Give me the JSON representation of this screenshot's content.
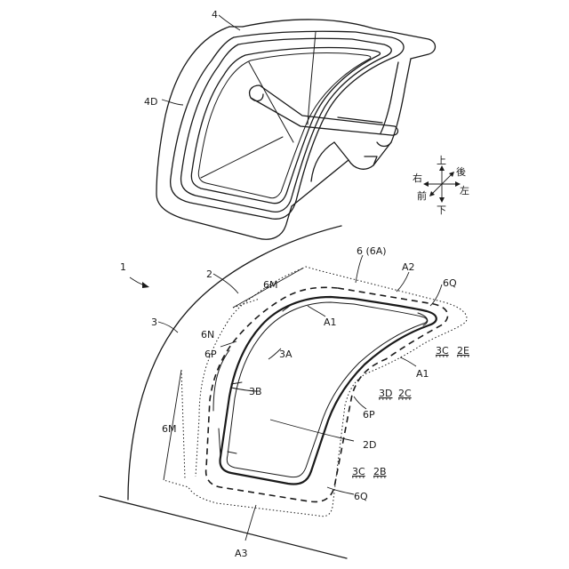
{
  "labels": {
    "l1": "1",
    "l2": "2",
    "l3": "3",
    "l4": "4",
    "l4D": "4D",
    "l6": "6 (6A)",
    "lA2": "A2",
    "l6Q_top": "6Q",
    "l6M_top": "6M",
    "l6N": "6N",
    "l6P_left": "6P",
    "lA1_top": "A1",
    "l3A": "3A",
    "l3B": "3B",
    "lA1_right": "A1",
    "l6M_left": "6M",
    "l2D": "2D",
    "l6P_right": "6P",
    "l6Q_bottom": "6Q",
    "lA3": "A3"
  },
  "codes": {
    "c3C_2E": {
      "a": "3C",
      "b": "2E"
    },
    "c3D_2C": {
      "a": "3D",
      "b": "2C"
    },
    "c3C_2B": {
      "a": "3C",
      "b": "2B"
    }
  },
  "directions": {
    "up": "上",
    "down": "下",
    "left": "左",
    "right": "右",
    "front": "前",
    "back": "後"
  }
}
